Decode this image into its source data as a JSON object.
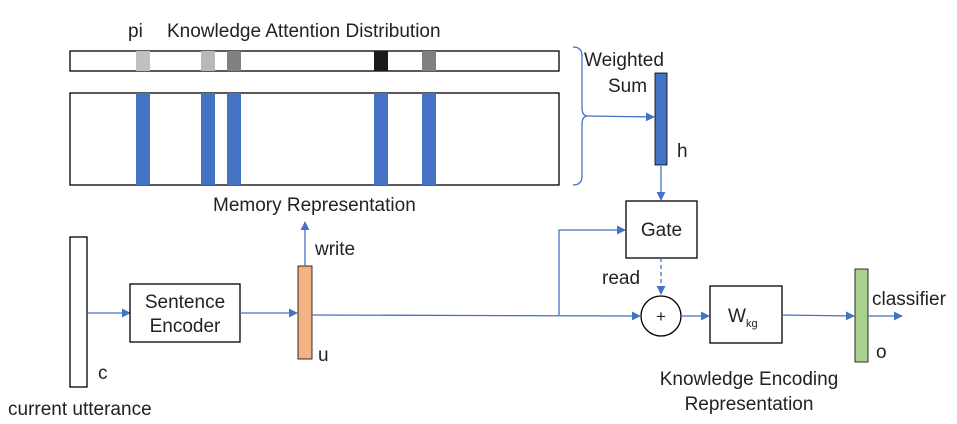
{
  "labels": {
    "pi": "pi",
    "attention_title": "Knowledge Attention Distribution",
    "weighted_sum": [
      "Weighted",
      "Sum"
    ],
    "h": "h",
    "memory_representation": "Memory Representation",
    "gate": "Gate",
    "write": "write",
    "read": "read",
    "sentence_encoder": [
      "Sentence",
      "Encoder"
    ],
    "u": "u",
    "c": "c",
    "current_utterance": "current utterance",
    "plus": "+",
    "w_main": "W",
    "w_sub": "kg",
    "classifier": "classifier",
    "o": "o",
    "knowledge_encoding": [
      "Knowledge Encoding",
      "Representation"
    ]
  },
  "attention_weights": [
    {
      "shade": "#c0c0c0"
    },
    {
      "shade": "#b8b8b8"
    },
    {
      "shade": "#808080"
    },
    {
      "shade": "#1a1a1a"
    },
    {
      "shade": "#808080"
    }
  ],
  "colors": {
    "memory_slot": "#4472c4",
    "h_vector": "#4472c4",
    "u_vector": "#f4b183",
    "o_vector": "#a9d18e",
    "arrow": "#4472c4"
  }
}
